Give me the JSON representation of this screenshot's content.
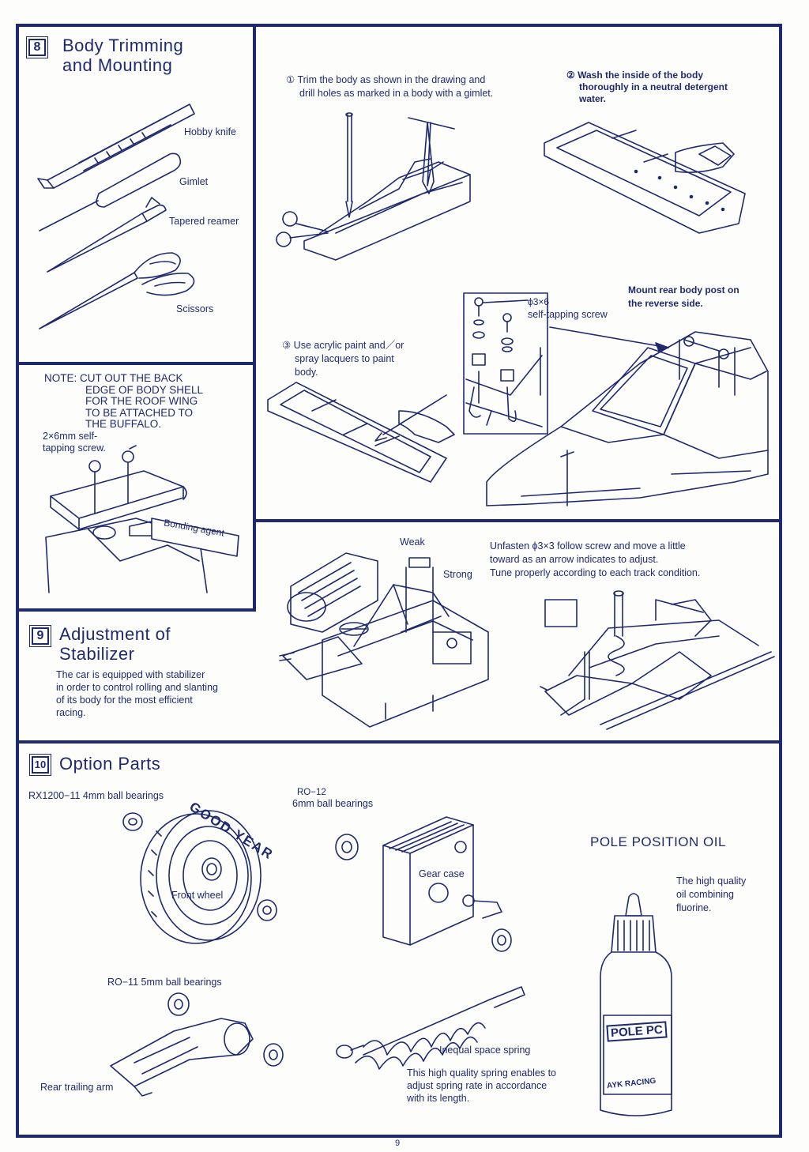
{
  "section8": {
    "number": "8",
    "title_line1": "Body Trimming",
    "title_line2": "and Mounting",
    "tools": [
      "Hobby knife",
      "Gimlet",
      "Tapered reamer",
      "Scissors"
    ],
    "note_lines": [
      "NOTE: CUT OUT THE BACK",
      "EDGE OF BODY SHELL",
      "FOR THE ROOF WING",
      "TO BE ATTACHED TO",
      "THE BUFFALO."
    ],
    "note_screw_line1": "2×6mm self-",
    "note_screw_line2": "tapping screw.",
    "bonding_agent": "Bonding agent",
    "step1_line1": "① Trim the body as shown in the drawing and",
    "step1_line2": "drill holes as marked in a body with a gimlet.",
    "step2_line1": "② Wash the inside of the body",
    "step2_line2": "thoroughly in a neutral detergent",
    "step2_line3": "water.",
    "step3_line1": "③ Use acrylic paint and／or",
    "step3_line2": "spray lacquers to paint",
    "step3_line3": "body.",
    "screw_label1": "ϕ3×6",
    "screw_label2": "self-tapping screw",
    "mount_line1": "Mount rear body post on",
    "mount_line2": "the reverse side."
  },
  "section9": {
    "number": "9",
    "title_line1": "Adjustment of",
    "title_line2": "Stabilizer",
    "desc_lines": [
      "The car is equipped with stabilizer",
      "in order to control rolling and slanting",
      "of its body for the most efficient",
      "racing."
    ],
    "weak": "Weak",
    "strong": "Strong",
    "instr_line1": "Unfasten ϕ3×3 follow screw and move a little",
    "instr_line2": "toward as an arrow indicates to adjust.",
    "instr_line3": "Tune properly according to each track condition."
  },
  "section10": {
    "number": "10",
    "title": "Option Parts",
    "rx_label": "RX1200−11 4mm ball bearings",
    "front_wheel": "Front wheel",
    "ro12_code": "RO−12",
    "ro12_label": "6mm ball bearings",
    "gear_case": "Gear case",
    "oil_title": "POLE POSITION OIL",
    "oil_desc_lines": [
      "The high quality",
      "oil combining",
      "fluorine."
    ],
    "ro11_label": "RO−11 5mm ball bearings",
    "rear_trailing_arm": "Rear trailing arm",
    "spring_label": "Inequal space spring",
    "spring_desc_lines": [
      "This high quality spring enables to",
      "adjust spring rate in accordance",
      "with its length."
    ],
    "bottle_label": "POLE PC",
    "bottle_brand": "AYK RACING",
    "tire_text": "GOOD YEAR"
  },
  "page_number": "9",
  "colors": {
    "ink": "#1f2a6e",
    "paper": "#fdfdfc"
  }
}
